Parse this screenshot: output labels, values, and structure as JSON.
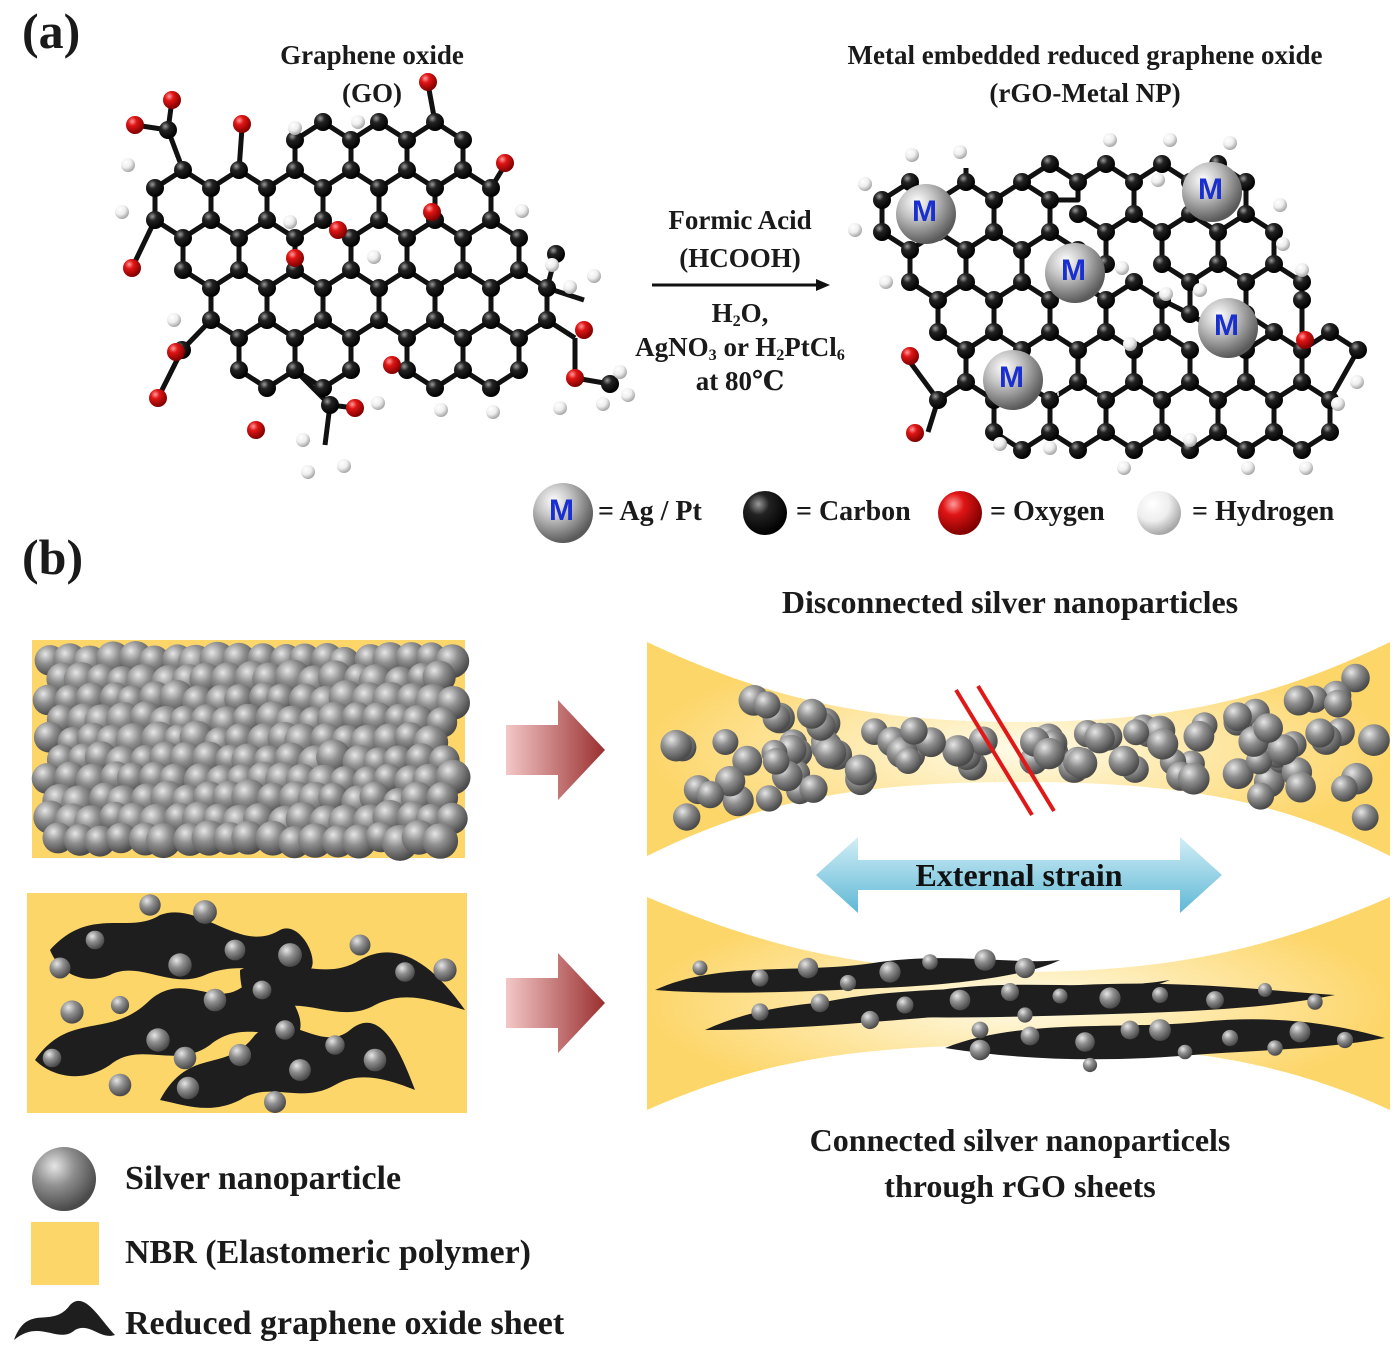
{
  "panel_a": {
    "label": "(a)",
    "go_title_line1": "Graphene oxide",
    "go_title_line2": "(GO)",
    "rgo_title_line1": "Metal embedded reduced graphene oxide",
    "rgo_title_line2": "(rGO-Metal NP)",
    "reagent_line1": "Formic Acid",
    "reagent_line2": "(HCOOH)",
    "cond_h2o_pre": "H",
    "cond_h2o_sub": "2",
    "cond_h2o_post": "O,",
    "cond_agno3_pre": "AgNO",
    "cond_agno3_sub": "3",
    "cond_or": " or H",
    "cond_h2ptcl_sub1": "2",
    "cond_h2ptcl_mid": "PtCl",
    "cond_h2ptcl_sub2": "6",
    "cond_temp": "at 80℃",
    "metal_symbol": "M",
    "legend": {
      "metal": "= Ag / Pt",
      "carbon": "= Carbon",
      "oxygen": "= Oxygen",
      "hydrogen": "= Hydrogen"
    }
  },
  "panel_b": {
    "label": "(b)",
    "disconnected_title": "Disconnected silver nanoparticles",
    "strain_label": "External strain",
    "connected_line1": "Connected silver nanoparticels",
    "connected_line2": "through rGO sheets",
    "legend": {
      "silver": "Silver nanoparticle",
      "nbr": "NBR (Elastomeric polymer)",
      "rgo": "Reduced graphene oxide sheet"
    }
  },
  "colors": {
    "carbon": "#111111",
    "oxygen": "#d01010",
    "hydrogen": "#e8e8e8",
    "metal_sphere": "#a8a8a8",
    "metal_letter": "#1a2fd0",
    "polymer": "#fdd66a",
    "silver": "#8c8c8c",
    "strain_arrow": "#6cc3dc",
    "block_arrow": "#a33a3a",
    "cut_line": "#e01818"
  }
}
